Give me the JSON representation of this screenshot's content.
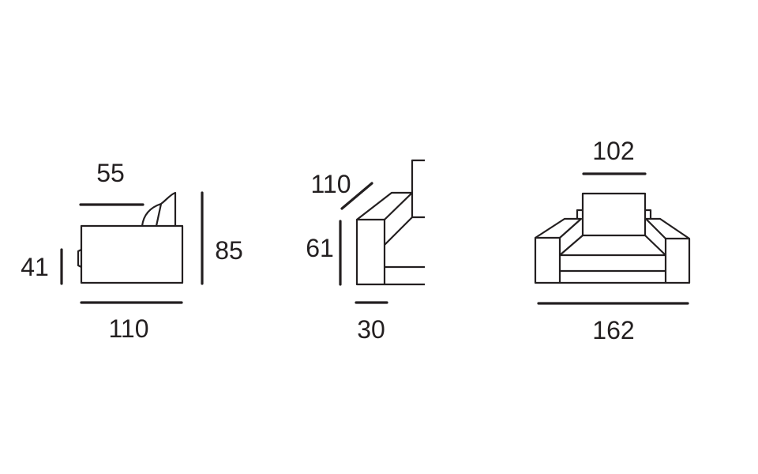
{
  "side_view": {
    "seat_depth": "55",
    "arm_height": "41",
    "total_height": "85",
    "total_depth": "110"
  },
  "arm_view": {
    "arm_length": "110",
    "arm_height": "61",
    "arm_width": "30"
  },
  "front_view": {
    "seat_width": "102",
    "total_width": "162"
  },
  "colors": {
    "line": "#231f20",
    "background": "#ffffff"
  }
}
